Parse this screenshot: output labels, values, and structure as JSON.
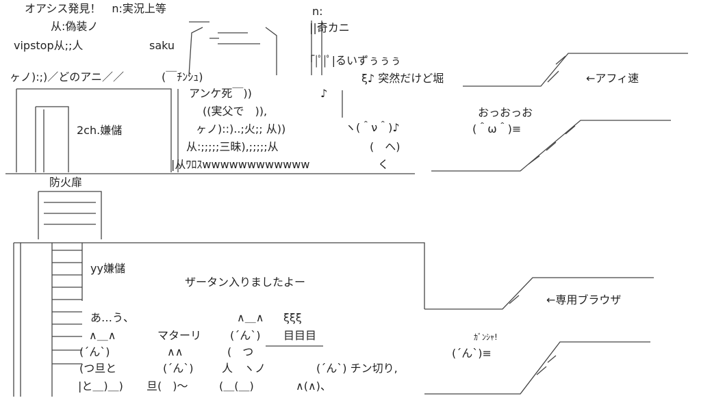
{
  "top_caption": "オアシス発見！　n:実況上等",
  "fake_label": "从:偽装ノ",
  "vipstop_label": "vipstop从;;人",
  "saku_label": "saku",
  "cult_label": "ヶノ):;)／どのアニ／／",
  "chinshu": "(￣ﾁﾝｼｭ)",
  "anke_line": "アンケ死￣))",
  "jitsu_line": "((実父で　)),",
  "hi_line": "ヶノ)::)..;火;; 从))",
  "sanmi_line": "从:;;;;;三昧),;;;;;从",
  "wloss_line": "|从ﾜﾛｽwwwwwwwwwwww",
  "rooms": {
    "room1": "2ch.嫌儲",
    "room2": "yy嫌儲"
  },
  "fire_door": "防火扉",
  "mystery_label": "n:",
  "kika_label": "||奇カニ",
  "ruizu_line": "「|ﾟ|ﾟ|るいずぅぅぅ",
  "sudden_line": "ξ♪ 突然だけど堀",
  "side_labels": {
    "afi": "←アフィ速",
    "browser": "←専用ブラウザ"
  },
  "oh_label": "おっおっお",
  "oh_face": "(＾ω＾)≡",
  "dancer_face": "ヽ(＾ν＾)♪",
  "dancer_body": "(　ヘ)",
  "dancer_leg": "く",
  "note": "♪",
  "zatan_line": "ザータン入りましたよー",
  "aou_line": "あ…う、",
  "mata_line": "マターリ",
  "hanging_faces": "ξξξ",
  "boxes_line": "目目目",
  "face1": "∧＿∧",
  "face2": "(´ん`)",
  "face3": "(つ旦と",
  "face4": "|と＿)＿)",
  "aa_line": "∧∧",
  "nn_line": "(´ん`)",
  "cup_line": "旦(　)～",
  "blob_line": "(＿(＿)",
  "mid_face1": "∧＿∧",
  "mid_face2": "(´ん`)",
  "mid_face3": "(　つ",
  "mid_face4": "人　ヽノ",
  "chin_line": "(´ん`) チン切り,",
  "chin_body": "∧(∧)、",
  "gansha": "ｶﾞﾝｼｬ!",
  "gansha_face": "(´ん`)≡"
}
